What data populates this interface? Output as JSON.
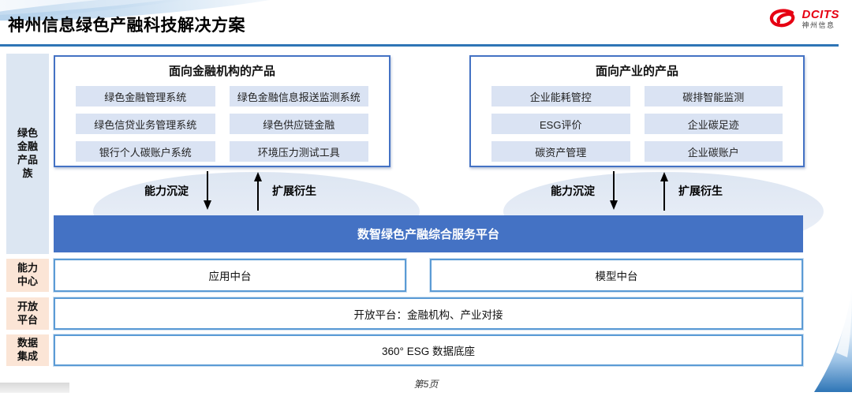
{
  "header": {
    "title": "神州信息绿色产融科技解决方案"
  },
  "logo": {
    "brand": "DCITS",
    "company": "神州信息",
    "red": "#e60012"
  },
  "sidebar": {
    "items": [
      {
        "label": "绿色金融产品族"
      },
      {
        "label": "能力中心"
      },
      {
        "label": "开放平台"
      },
      {
        "label": "数据集成"
      }
    ]
  },
  "finance_box": {
    "title": "面向金融机构的产品",
    "items": [
      "绿色金融管理系统",
      "绿色金融信息报送监测系统",
      "绿色信贷业务管理系统",
      "绿色供应链金融",
      "银行个人碳账户系统",
      "环境压力测试工具"
    ]
  },
  "industry_box": {
    "title": "面向产业的产品",
    "items": [
      "企业能耗管控",
      "碳排智能监测",
      "ESG评价",
      "企业碳足迹",
      "碳资产管理",
      "企业碳账户"
    ]
  },
  "arrows": {
    "down_label": "能力沉淀",
    "up_label": "扩展衍生"
  },
  "platform_banner": {
    "label": "数智绿色产融综合服务平台"
  },
  "capability_row": {
    "left": "应用中台",
    "right": "模型中台"
  },
  "open_row": {
    "label": "开放平台：金融机构、产业对接"
  },
  "data_row": {
    "label": "360° ESG 数据底座"
  },
  "footer": {
    "page": "第5页"
  },
  "colors": {
    "banner_blue": "#4472c4",
    "box_border_blue": "#4472c4",
    "row_border_blue": "#5b9bd5",
    "chip_bg": "#dae3f3",
    "sidebar_blue": "#dce6f2",
    "sidebar_peach": "#fbe5d6",
    "divider_blue": "#2e75b6",
    "logo_red": "#e60012"
  }
}
